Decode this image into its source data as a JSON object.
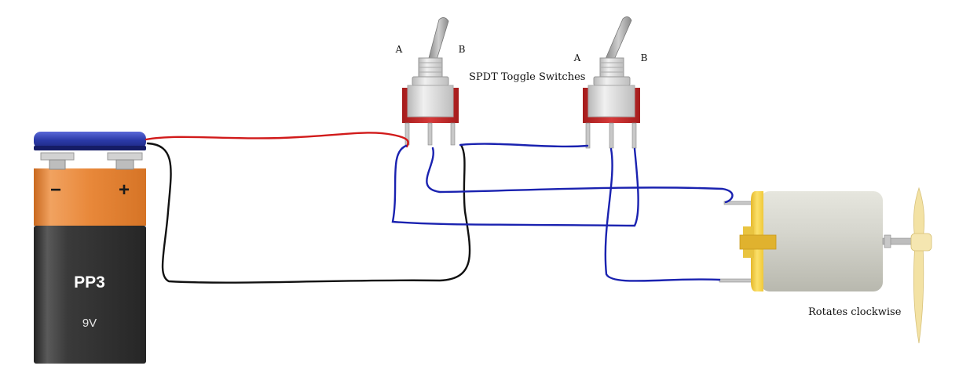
{
  "battery": {
    "type_label": "PP3",
    "voltage_label": "9V",
    "minus_symbol": "−",
    "plus_symbol": "+",
    "colors": {
      "cap": "#2b3aa8",
      "top": "#e8883a",
      "body": "#333333"
    }
  },
  "switches": {
    "caption": "SPDT Toggle Switches",
    "left": {
      "terminal_a": "A",
      "terminal_b": "B"
    },
    "right": {
      "terminal_a": "A",
      "terminal_b": "B"
    },
    "colors": {
      "base": "#c62828",
      "body": "#d8d8d8"
    }
  },
  "motor": {
    "caption": "Rotates clockwise",
    "colors": {
      "can": "#dcdcd4",
      "endcap": "#f2d54a",
      "propeller": "#f5e6b0"
    }
  },
  "wires": {
    "colors": {
      "positive": "#d11a1a",
      "negative": "#111111",
      "signal": "#1a22b0"
    }
  }
}
